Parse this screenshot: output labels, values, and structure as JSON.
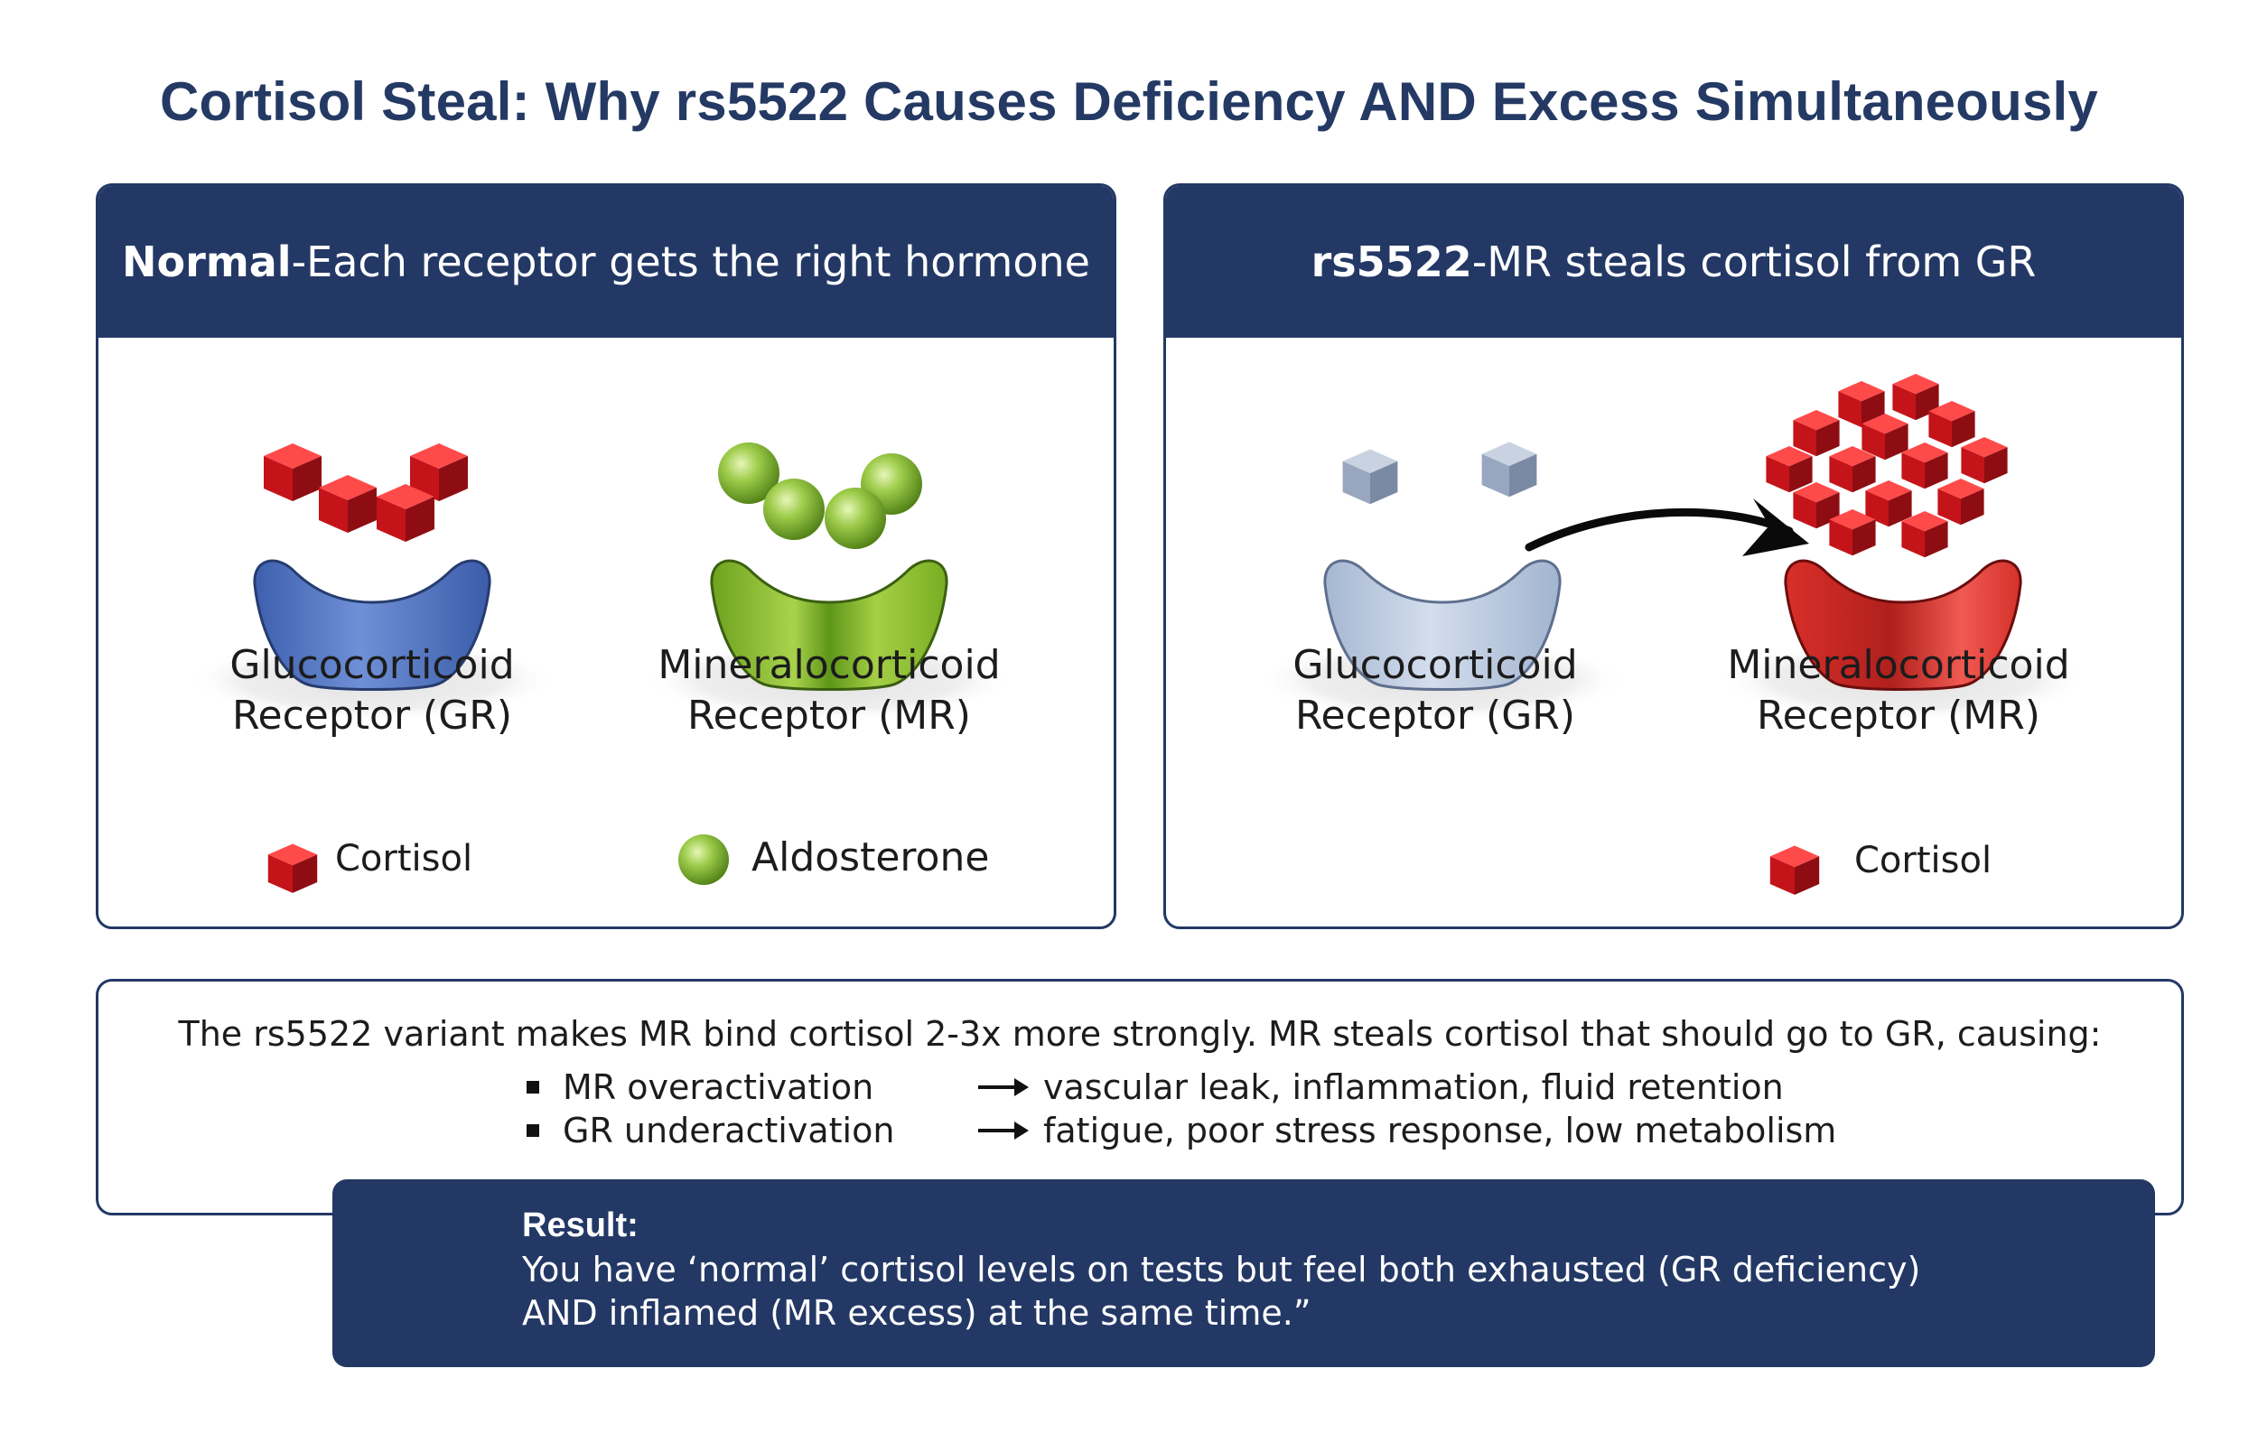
{
  "title": "Cortisol Steal: Why rs5522 Causes Deficiency AND Excess Simultaneously",
  "colors": {
    "navy": "#233865",
    "gr_blue": "#4f73bf",
    "mr_green": "#8dbf35",
    "gr_faded": "#b6c6dd",
    "mr_red": "#dc3a35",
    "cortisol_red": "#d9141b",
    "aldosterone_green": "#8fc23c"
  },
  "normal_panel": {
    "heading_bold": "Normal",
    "heading_rest": "-Each receptor gets the right hormone",
    "gr_label_line1": "Glucocorticoid",
    "gr_label_line2": "Receptor (GR)",
    "mr_label_line1": "Mineralocorticoid",
    "mr_label_line2": "Receptor (MR)",
    "legend_cortisol": "Cortisol",
    "legend_aldosterone": "Aldosterone",
    "icons": [
      "red-cube-icon",
      "green-sphere-icon"
    ]
  },
  "rs5522_panel": {
    "heading_bold": "rs5522",
    "heading_rest": "-MR steals cortisol from GR",
    "gr_label_line1": "Glucocorticoid",
    "gr_label_line2": "Receptor (GR)",
    "mr_label_line1": "Mineralocorticoid",
    "mr_label_line2": "Receptor (MR)",
    "legend_cortisol": "Cortisol",
    "icons": [
      "grey-cube-icon",
      "red-cube-icon",
      "arrow-icon"
    ]
  },
  "info": {
    "intro": "The rs5522 variant makes MR bind cortisol 2-3x more strongly. MR steals cortisol that should go to GR, causing:",
    "bullets": [
      {
        "label": "MR overactivation",
        "effect": "vascular leak, inflammation, fluid retention"
      },
      {
        "label": "GR underactivation",
        "effect": "fatigue, poor stress response, low metabolism"
      }
    ]
  },
  "result": {
    "heading": "Result:",
    "line1": "You have ‘normal’ cortisol levels on tests but feel both exhausted (GR deficiency)",
    "line2": "AND inflamed (MR excess) at the same time.”"
  }
}
